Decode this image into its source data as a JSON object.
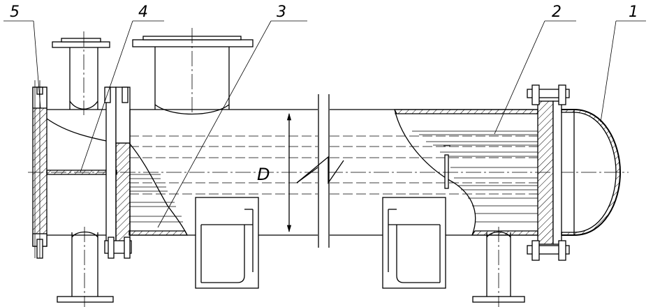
{
  "callouts": [
    {
      "number": "5"
    },
    {
      "number": "4"
    },
    {
      "number": "3"
    },
    {
      "number": "2"
    },
    {
      "number": "1"
    }
  ],
  "dimension": {
    "symbol": "D"
  },
  "colors": {
    "line": "#000000",
    "background": "#ffffff"
  }
}
